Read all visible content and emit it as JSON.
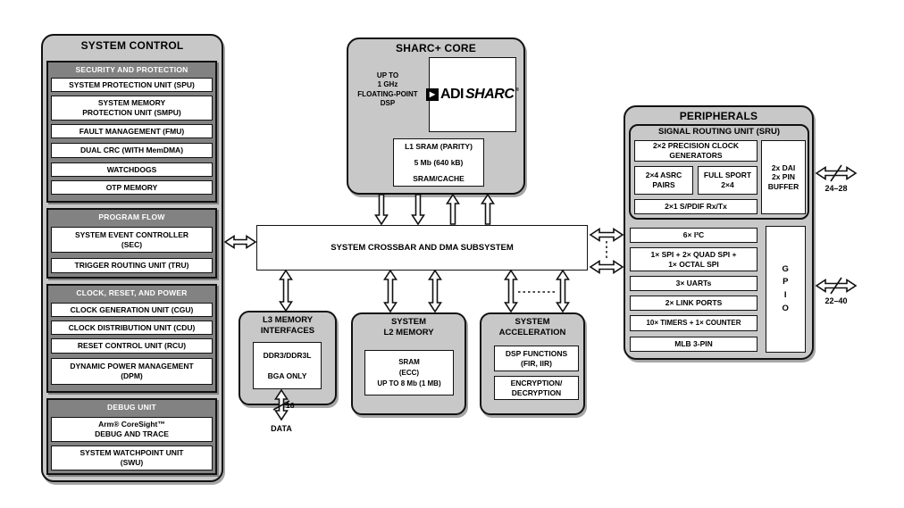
{
  "system_control": {
    "title": "SYSTEM CONTROL",
    "groups": [
      {
        "title": "SECURITY AND PROTECTION",
        "items": [
          "SYSTEM PROTECTION UNIT (SPU)",
          "SYSTEM MEMORY\nPROTECTION UNIT (SMPU)",
          "FAULT MANAGEMENT (FMU)",
          "DUAL CRC (WITH MemDMA)",
          "WATCHDOGS",
          "OTP MEMORY"
        ]
      },
      {
        "title": "PROGRAM FLOW",
        "items": [
          "SYSTEM EVENT CONTROLLER\n(SEC)",
          "TRIGGER ROUTING UNIT (TRU)"
        ]
      },
      {
        "title": "CLOCK, RESET, AND POWER",
        "items": [
          "CLOCK GENERATION UNIT (CGU)",
          "CLOCK DISTRIBUTION UNIT (CDU)",
          "RESET CONTROL UNIT (RCU)",
          "DYNAMIC POWER MANAGEMENT\n(DPM)"
        ]
      },
      {
        "title": "DEBUG UNIT",
        "items": [
          "Arm® CoreSight™\nDEBUG AND TRACE",
          "SYSTEM WATCHPOINT UNIT\n(SWU)"
        ]
      }
    ]
  },
  "sharc_core": {
    "title": "SHARC+ CORE",
    "description": "UP TO\n1 GHz\nFLOATING-POINT\nDSP",
    "logo": {
      "play": "▶",
      "adi": "ADI",
      "sharc": "SHARC",
      "mark": "®"
    },
    "l1_box": "L1 SRAM (PARITY)\n5 Mb (640 kB)\nSRAM/CACHE"
  },
  "crossbar": {
    "label": "SYSTEM CROSSBAR AND DMA SUBSYSTEM"
  },
  "l3_memory": {
    "title": "L3 MEMORY\nINTERFACES",
    "box": "DDR3/DDR3L\nBGA ONLY",
    "bus_width": "16",
    "bus_label": "DATA"
  },
  "l2_memory": {
    "title": "SYSTEM\nL2 MEMORY",
    "box": "SRAM\n(ECC)\nUP TO 8 Mb (1 MB)"
  },
  "acceleration": {
    "title": "SYSTEM\nACCELERATION",
    "dsp_box": "DSP FUNCTIONS\n(FIR, IIR)",
    "crypto_box": "ENCRYPTION/\nDECRYPTION"
  },
  "peripherals": {
    "title": "PERIPHERALS",
    "sru": {
      "title": "SIGNAL ROUTING UNIT (SRU)",
      "pcg": "2×2 PRECISION CLOCK\nGENERATORS",
      "asrc": "2×4 ASRC\nPAIRS",
      "sport": "FULL SPORT\n2×4",
      "spdif": "2×1 S/PDIF Rx/Tx",
      "dai": "2x DAI\n2x PIN\nBUFFER"
    },
    "items": [
      "6× I²C",
      "1× SPI + 2× QUAD SPI +\n1× OCTAL SPI",
      "3× UARTs",
      "2× LINK PORTS",
      "10× TIMERS + 1× COUNTER",
      "MLB 3-PIN"
    ],
    "gpio": "G\nP\nI\nO",
    "dai_bus_label": "24–28",
    "gpio_bus_label": "22–40"
  }
}
